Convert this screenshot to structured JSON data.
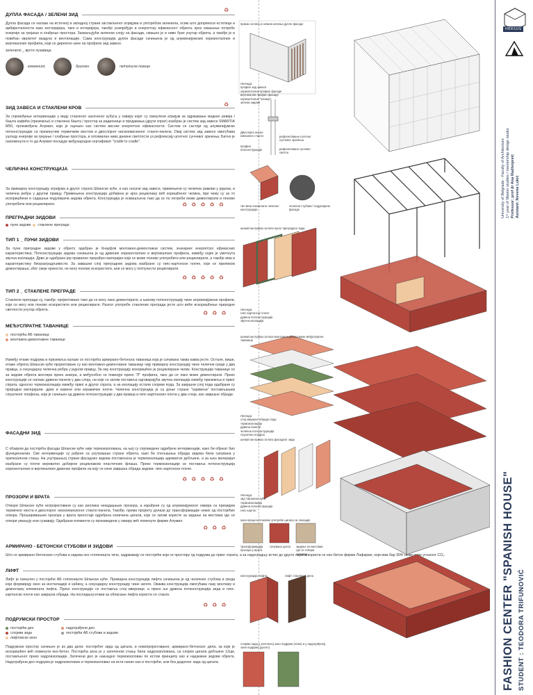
{
  "sections": [
    {
      "id": "facade",
      "title": "ДУПЛА ФАСАДА / ЗЕЛЕНИ ЗИД",
      "text": "Дупла фасада се налази на источној и западној страни застакљеног атријума и употребом зеленила, осим што доприноси естетици и амбијенталности како екстеријера, тако и ентеријера, такође унапређује и енергетску ефикасност објекта, кроз смањење потребе енергије за грејање и хлађење простора. Захваљујући зеленом слоју на фасади, смањен је и ниво буке унутар објекта, а такође је и повећан квалитет ваздуха и вентилације. Сама конструкција дупле фасаде сачињена је од алуминијумских хоризонталних и вертикалних профила, који се директно каче на профиле зид завесе.",
      "legend": "зеленило _ врсте пузавица"
    },
    {
      "id": "curtain",
      "title": "ЗИД ЗАВЕСА И СТАКЛЕНИ КРОВ",
      "text": "За спровођење интервенције у виду стакленог засеченог кубуса у оквиру којег су смештени атријум за одржавање модних ревија / башта кафића (приземље) и стаклена башта / простор за радионице и предавања (други спрат) изабран је систем зид завесе SMARTIA M50, произвођача Алумил, који је оцењен као систем високе енергетске ефикасности. Систем се састоји од алуминијумске потконструкције са прекинутим термичким мостом и двослојног нискоемисионог стакло-панела. Овај систем зид завесе омогућава уштеду енергије за грејање / хлађење простора, и оптималан ниво дневне светлости уз рефлексију штетног сунчевог зрачења. Битно је напоменути и то да Алумил поседује међународни сертификат \"cradle to cradle\"."
    },
    {
      "id": "steel",
      "title": "ЧЕЛИЧНА КОНСТРУКЦИЈА",
      "text": "За примарну конструкцију атријума и другог спрата Шпанске куће, и као носачи зид завесе, примењени су челични рамови у једном, и челична ребра у другом правцу. Примењена конструкција добијена је кроз рециклажу већ коришћеног челика, при чему су за то искоришћени и садашњи подупирачи зидова објекта. Конструкција је осмишљена тако да се по потреби може демонтирати и поново употребити или рециклирати."
    },
    {
      "id": "partitions",
      "title": "ПРЕГРАДНИ ЗИДОВИ",
      "legend": [
        "пуни зидови",
        "стаклене преграде"
      ]
    },
    {
      "id": "type1",
      "title": "ТИП 1 _ ПУНИ ЗИДОВИ",
      "text": "За пуне преградне зидове у објекту одабран је Кнауфов монтажно-демонтажни систем, значајних енергетско ефикасних карактеристика. Потконструкција зидова сачињена је од дрвених хоризонталних и вертикалних профила, између којих је уметнута звучна изолација. Дрво је одабрано јер правилно прерађен материјал који се може поново употребити или рециклирати, а такође има и карактеристику биоразградљивости. За завршни слој преградних зидова изабране су гипс-картонске плоче, које се приликом демонтирања, због свеје крхкости, не могу поново искористити, али се могу у потпуности рециклирати."
    },
    {
      "id": "type2",
      "title": "ТИП 2 _ СТАКЛЕНЕ ПРЕГРАДЕ",
      "text": "Стаклене преграде су, такође, пројектоване тако да се могу лако демонтирати, а њихову потконструкцију чине алуминијумски профили, који се могу или поново искористити или рециклирати. Разлог употребе стаклених преграда јесте што веће искоришћење природне светлости унутар објекта."
    },
    {
      "id": "slabs",
      "title": "МЕЂУСПРАТНЕ ТАВАНИЦЕ",
      "legend": [
        "постојећа АБ таваница",
        "монтажно-демонтажне таванице"
      ],
      "text": "Између етаже подрума и приземља налази се постојећа армирано-бетонска таваница која је сачувана таква каква јесте. Остале, више, етаже објекта Шпанске куће пројектоване су као монтажно-демонтажне таванице чију примарну конструкцију чине челичне греде у два правца, а секундарну челична ребра у једном правцу. За ову конструкцију искоришћен је рециклирани челик. Конструкција таванице се за зидове објекта монтира преко анкера, а међусобно се повезује преко \"Л\" профила, тако да се лако може демонтирати. Преко конструкције се налазе дрвени панели у два слоја, на које се затим поставља одговарајућа звучна изолација између приземља и првог спрата, односно термоизолација између првог и другог спрата, а на изолацију остали слојеви пода. За завршни слој пода одабрани су природни материјали- дрво и камене или керамичке плоче. Челична конструкција је са доње стране \"скривена\" постављањем спуштеног плафона, који је сачињен од дрвене потконструкције у два правца и гипс-картонских плоча у два слоја, као завршне обраде."
    },
    {
      "id": "facadewall",
      "title": "ФАСАДНИ ЗИД",
      "text": "С обзиром да постојећа фасада Шпанске куће није термоизолована, на њој су спроведене одређене интервенције, како би објекат био функционалан. Све интервенције су рађене са унутрашње стране објекта, како би спољашња обрада зидова била сачувана у оригиналном стању. На унутрашњој страни фасадних зидова постављена је термоизолација адекватне дебљине, а за њен материјал изабране су плоче вероватно добијене рециклажом пластичних флаша. Преко термоизолације се поставља потконструкција хоризонталних и вертикалних дрвених профила на коју се качи завршна обрада зидова- гипс-картонске плоче."
    },
    {
      "id": "windows",
      "title": "ПРОЗОРИ И ВРАТА",
      "text": "Отвори Шпанске куће испројектовани су као реплика некадашњих прозора, а израђени су од алуминијумског оквира са прекидом термичког моста и двослојног нискоемисионог стакло-панела. Такође, према пројекту долази до трансформације неких од постојећих отвора. Проширивањем прозора у врата преостаје одређена количина цигала, које се затим користе за зидање на местима где се отвори умањују или сужавају. Одабрани елементи су произведени у оквиру већ поменуте фирме Алумил."
    },
    {
      "id": "columns",
      "title": "АРМИРАНО - БЕТОНСКИ СТУБОВИ И ЗИДОВИ",
      "text": "Што се армирано-бетонских стубова и зидова око степеништа тиче, задржавају се постојећи који се простиру од подрума до првог спрата, а за надоградњу истих до другог спрата користи се еко-бетон фирме Лафарже, који има бар 30% нижи ниво угљеног CO₂."
    },
    {
      "id": "lift",
      "title": "ЛИФТ",
      "text": "Лифт је смештен у постојеће АБ степениште Шпанске куће. Примарна конструкција лифта сачињена је од челичних стубова и греда који формирају окно за инсталације и кабину, а секундарну конструкцију чине затеге. Оваква конструкција омогућава лаку монтажу и демонтажу елемената лифта. Преко конструкције се поставља слој ивернице, а преко ње дрвена потконструкција зида и гипс-картонске плоче као завршна обрада. На последњој етажи за облагање лифта користи се стакло."
    },
    {
      "id": "basement",
      "title": "ПОДРУМСКИ ПРОСТОР",
      "legend": [
        "постојећи део",
        "надограђени део",
        "слојеви зида",
        "постојећи АБ стубови и зидови",
        "лифтовско окно"
      ],
      "text": "Подрумски простор сачињен је из два дела- постојећег зида од цигала, и новопројектованог, армирано-бетонског дела, за који је искоришћен већ поменути еко-бетон. Постојећа зона је у затеченом стању била хидроизолована, са слојем цигала дебљине 12цм, постављеног преко хидроизолације. Затечени део је накнадно термоизолован по истом принципу као и надземни зидови објекта. Надограђени део подрума је хидроизолован и термоизолован на исти начин као и постојећи, али без додатног зида од цигала."
    }
  ],
  "swatches": [
    "елеменипс",
    "брилзен",
    "петолисне повице"
  ],
  "diagram_notes": {
    "facade_detail": "приказ склопа и начина качења дупле фасаде",
    "facade_legend": "Легенда:\nпрофил зид завесе\nхоризонтални профил фасаде\nвертикални профил фасаде\nхоризонтални \"качице\"\nзелени зидови",
    "dbl_glass": "Двослојно ниско-емисионо стакло",
    "alu_profile": "профил потконструкције",
    "reflex": "рефлектовање штетног сунчевог зрачења",
    "daylight": "рефлектовано сунчево светло",
    "steel_detail": "тип веза елемената челичне конструкције",
    "supports": "челични стубови / подупирачи фасаде",
    "wall_detail": "шематски приказ склопа пуног преградног зида",
    "wall_legend": "Легенда:\nгипс-картонске плоче\nдрвена потконструкција\nзвучна изолација",
    "slab_detail": "шематски приказ склопа монтажно-демонтажне међуспратне таванице",
    "slab_legend": "Легенда:\nслој завршне обраде пода\nтермоизолација\nдрвени панели\nчелична потконструкција\nспуштени плафон",
    "facade_wall_detail": "шематски приказ склопа фасадног зида",
    "facade_wall_legend": "Легенда:\nзид \"Шпанске куће\"\nтермоизолација\nдрвена потконструкција\nгипс картон",
    "brick_reuse": "окна процеса поновне употребе цигала са локације",
    "open_a": "трансформација прозора у врата",
    "open_b": "сачувана цигла",
    "open_c": "зидање на местима где се отвори сужавају",
    "lift_construct": "конструкција лифта",
    "lift_glass": "лифт стакленог дела",
    "basement_detail": "слојеви зида у затеченој зони подрума (лево) и у надограђеној зони подрума (десно)"
  },
  "band": {
    "university": "University of Belgrade - Faculty of Architecture",
    "year": "1ˢᵗ year of Master studies / mentorship design studio",
    "professor": "Professor: prof dr Ana Radivojević",
    "assistant": "Asistant: Nevena Lukić",
    "project": "FASHION CENTER \"SPANISH HOUSE\"",
    "student": "STUDENT : TEODORA TRIFUNOVIĆ",
    "hersus": "HERSUS"
  },
  "colors": {
    "red": "#b5483e",
    "salmon": "#e39277",
    "cream": "#f0c9a0",
    "green": "#6e8c5a",
    "dark": "#2a3a5a"
  }
}
